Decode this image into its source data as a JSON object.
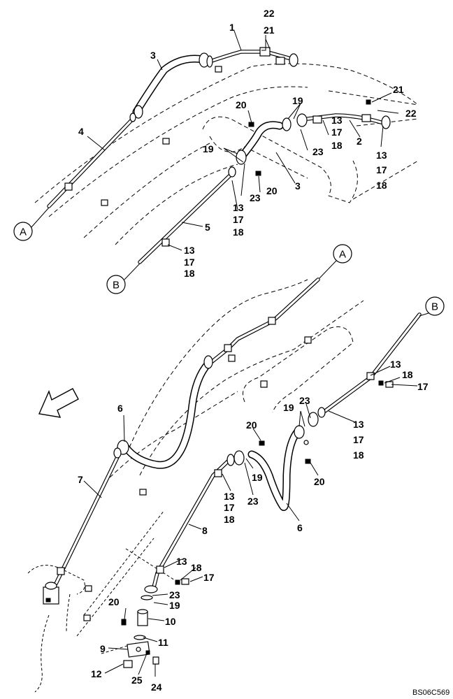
{
  "drawing_code": "BS06C569",
  "connection_refs": {
    "a": "A",
    "b": "B"
  },
  "upper_labels": {
    "p22_top": "22",
    "p21_top": "21",
    "p1": "1",
    "p3_left": "3",
    "p4": "4",
    "p19_a": "19",
    "p20_a": "20",
    "p13_a": "13",
    "p17_a": "17",
    "p18_a": "18",
    "p23_a": "23",
    "p2": "2",
    "p21_right": "21",
    "p22_right": "22",
    "p13_b": "13",
    "p17_b": "17",
    "p18_b": "18",
    "p19_b": "19",
    "p3_mid": "3",
    "p20_b": "20",
    "p23_b": "23",
    "p13_c": "13",
    "p17_c": "17",
    "p18_c": "18",
    "p5": "5",
    "p13_d": "13",
    "p17_d": "17",
    "p18_d": "18"
  },
  "lower_labels": {
    "p13_e": "13",
    "p18_e": "18",
    "p17_e": "17",
    "p23_c": "23",
    "p19_c": "19",
    "p13_f": "13",
    "p17_f": "17",
    "p18_f": "18",
    "p6_left": "6",
    "p20_c": "20",
    "p19_d": "19",
    "p20_d": "20",
    "p7": "7",
    "p13_g": "13",
    "p17_g": "17",
    "p18_g": "18",
    "p23_d": "23",
    "p6_right": "6",
    "p8": "8",
    "p13_h": "13",
    "p18_h": "18",
    "p17_h": "17",
    "p23_e": "23",
    "p19_e": "19",
    "p20_e": "20",
    "p10": "10",
    "p11": "11",
    "p9": "9",
    "p12": "12",
    "p25": "25",
    "p24": "24"
  },
  "icons": {
    "direction_arrow": "front-direction-arrow-icon"
  }
}
